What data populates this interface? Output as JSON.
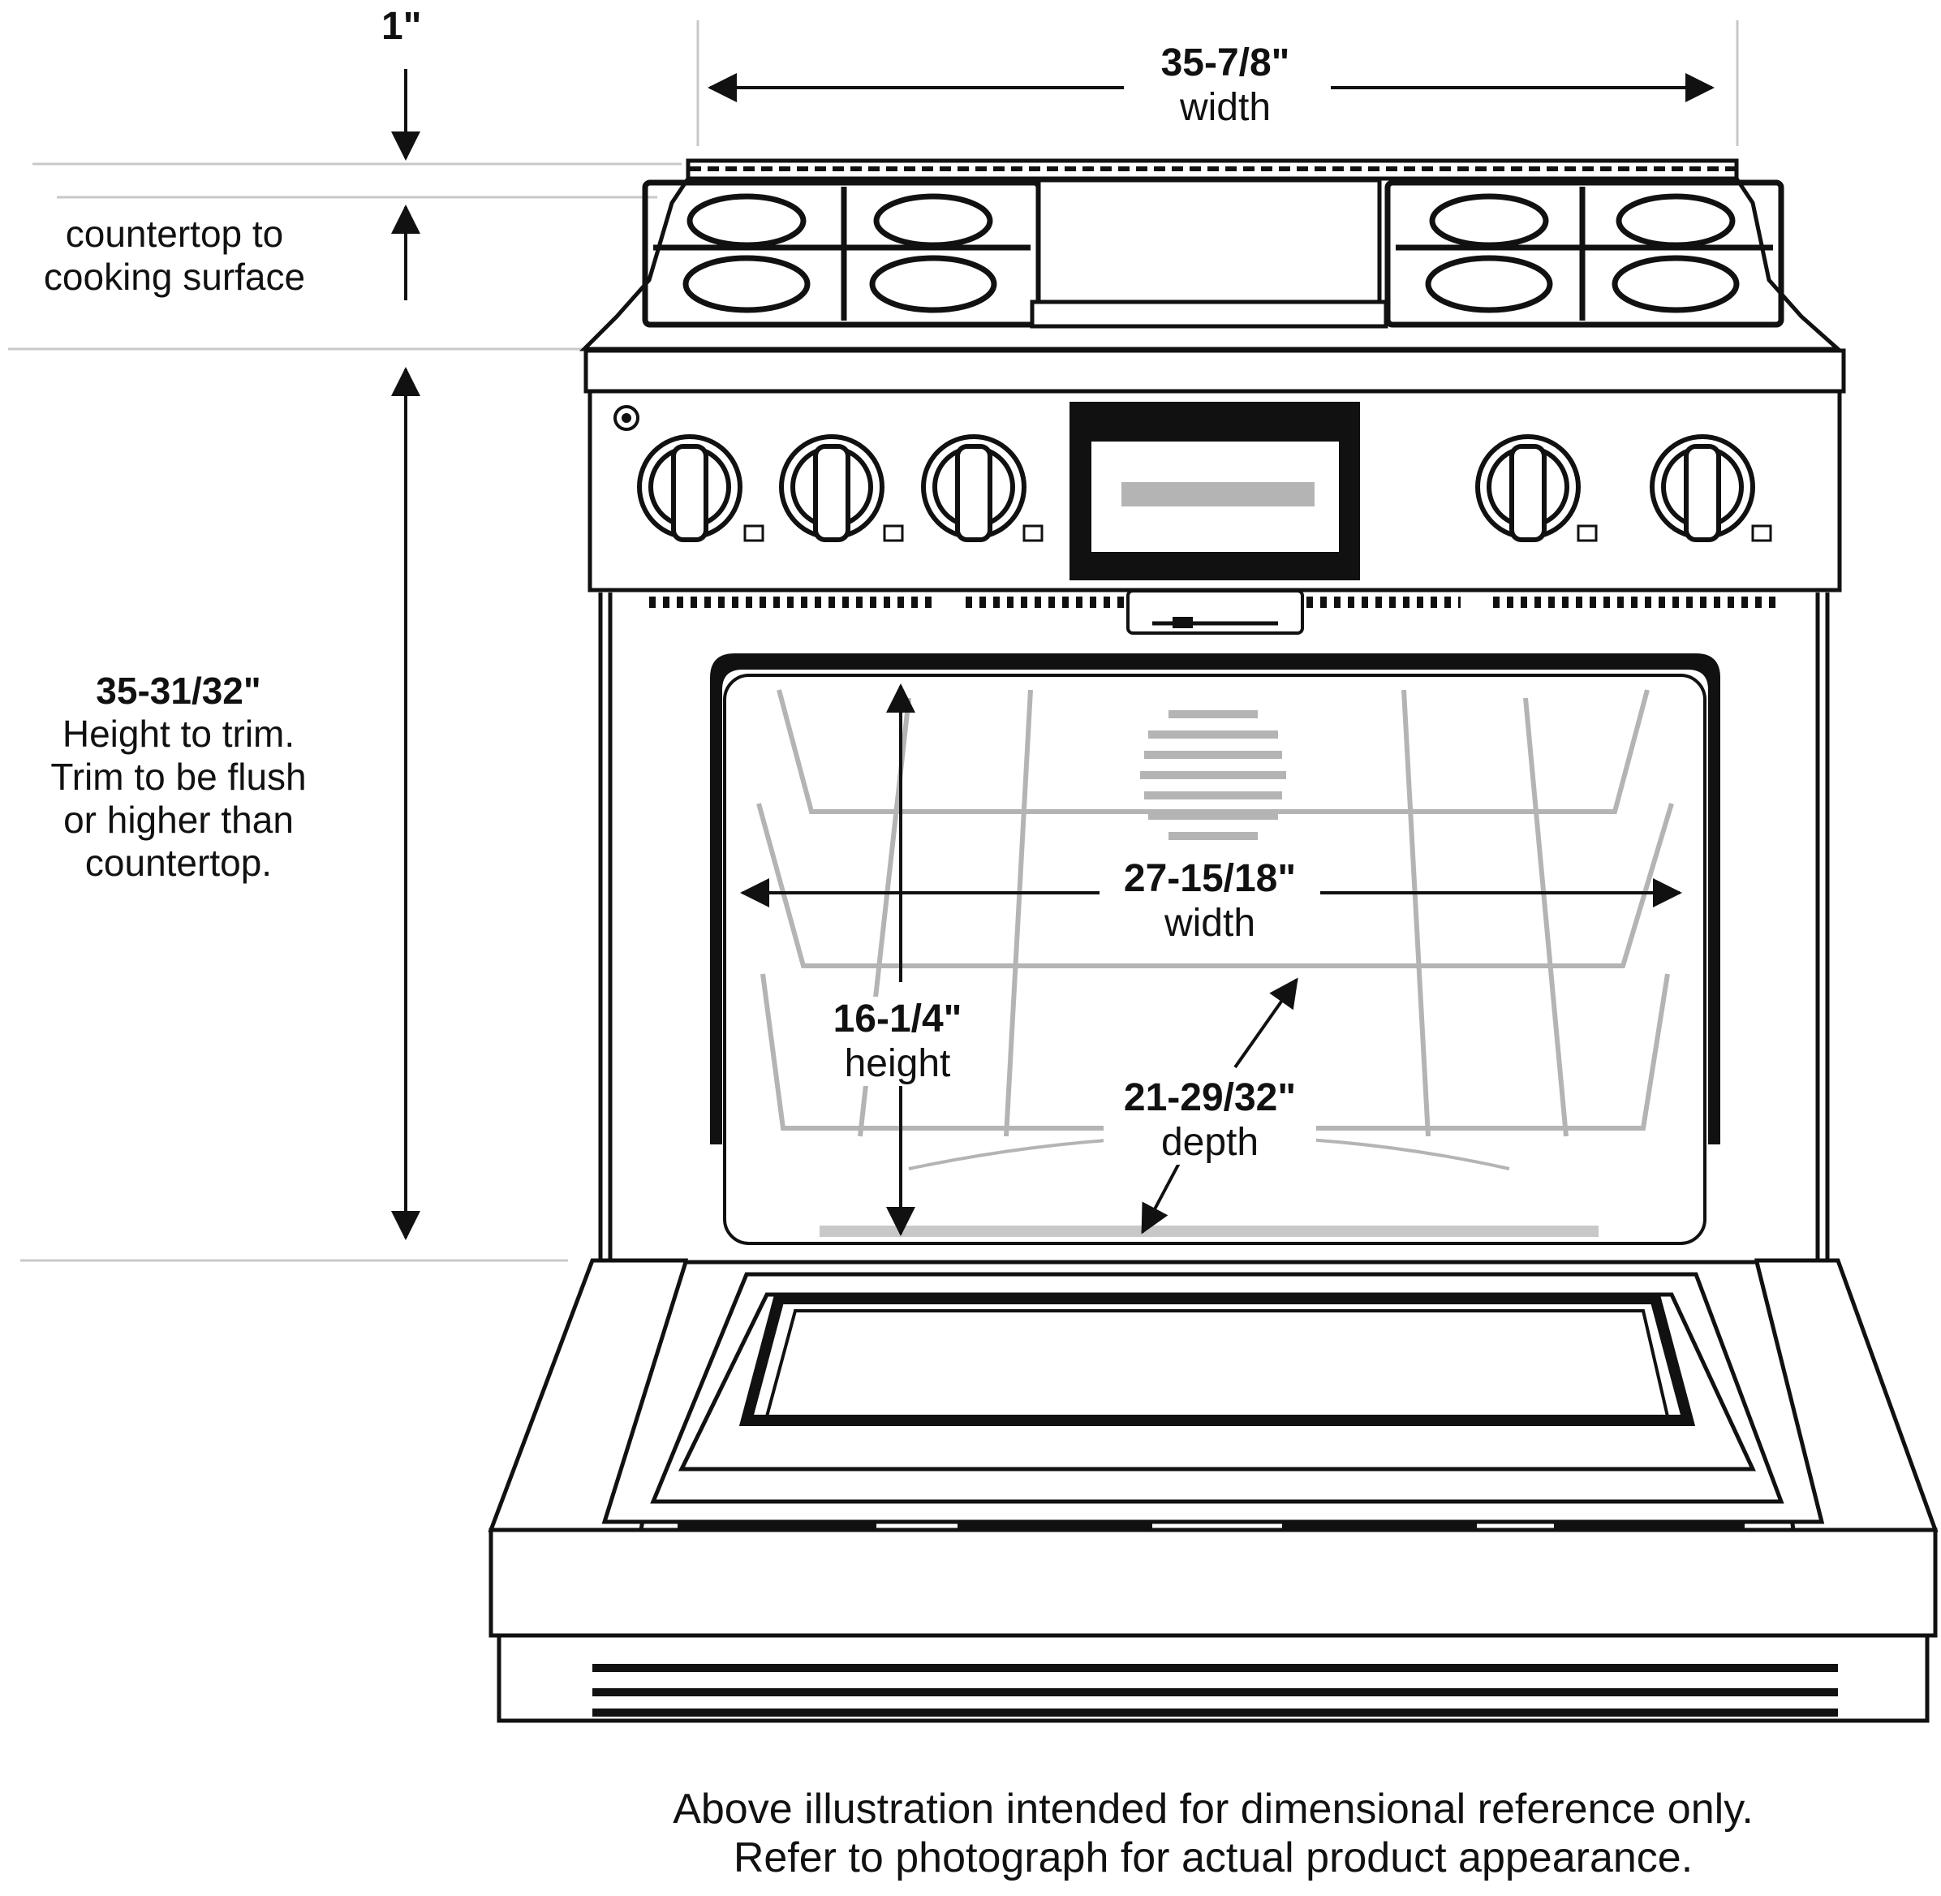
{
  "labels": {
    "top_gap": "1\"",
    "countertop_line1": "countertop to",
    "countertop_line2": "cooking surface",
    "overall_width_value": "35-7/8\"",
    "overall_width_caption": "width",
    "trim_height_value": "35-31/32\"",
    "trim_line1": "Height to trim.",
    "trim_line2": "Trim to be flush",
    "trim_line3": "or higher than",
    "trim_line4": "countertop.",
    "oven_width_value": "27-15/18\"",
    "oven_width_caption": "width",
    "oven_height_value": "16-1/4\"",
    "oven_height_caption": "height",
    "oven_depth_value": "21-29/32\"",
    "oven_depth_caption": "depth"
  },
  "footnote": {
    "line1": "Above illustration intended for dimensional reference only.",
    "line2": "Refer to photograph for actual product appearance."
  },
  "colors": {
    "line": "#111111",
    "interior": "#b4b4b4",
    "guide": "#c8c8c8"
  }
}
